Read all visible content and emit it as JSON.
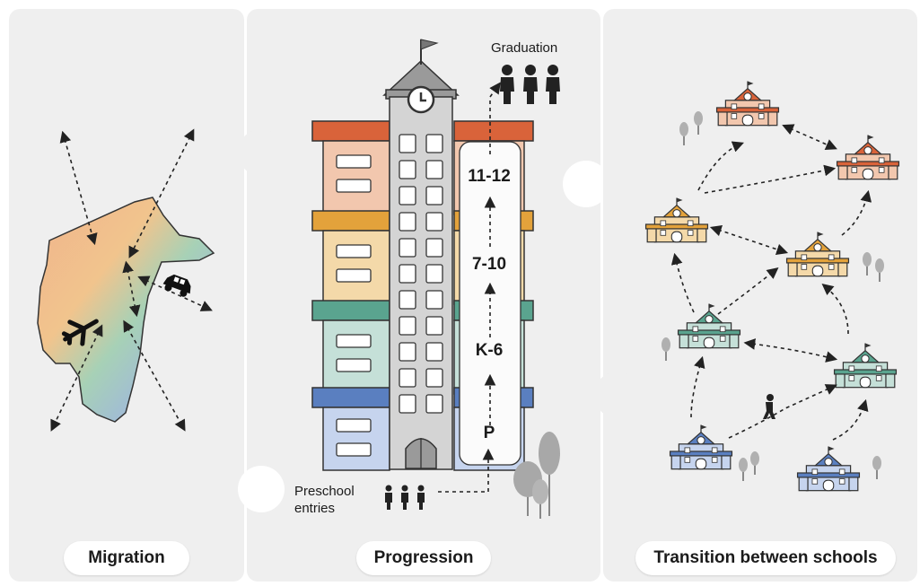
{
  "panels": {
    "migration": {
      "label": "Migration"
    },
    "progression": {
      "label": "Progression",
      "top_caption": "Graduation",
      "bottom_caption": "Preschool\nentries",
      "grades": [
        "11-12",
        "7-10",
        "K-6",
        "P"
      ]
    },
    "transition": {
      "label": "Transition between schools"
    }
  },
  "colors": {
    "panel_bg": "#efefef",
    "dark": "#222222",
    "tier_red": "#d9633a",
    "tier_orange": "#e3a23b",
    "tier_teal": "#5aa48f",
    "tier_blue": "#5a7fc0",
    "wall_red": "#f2c7ae",
    "wall_orange": "#f4d9a9",
    "wall_teal": "#c5e0d8",
    "wall_blue": "#c6d4ee"
  },
  "icons": [
    "airplane-icon",
    "car-icon",
    "clock-icon",
    "flag-icon",
    "people-icon",
    "tree-icon",
    "school-icon",
    "person-icon"
  ]
}
